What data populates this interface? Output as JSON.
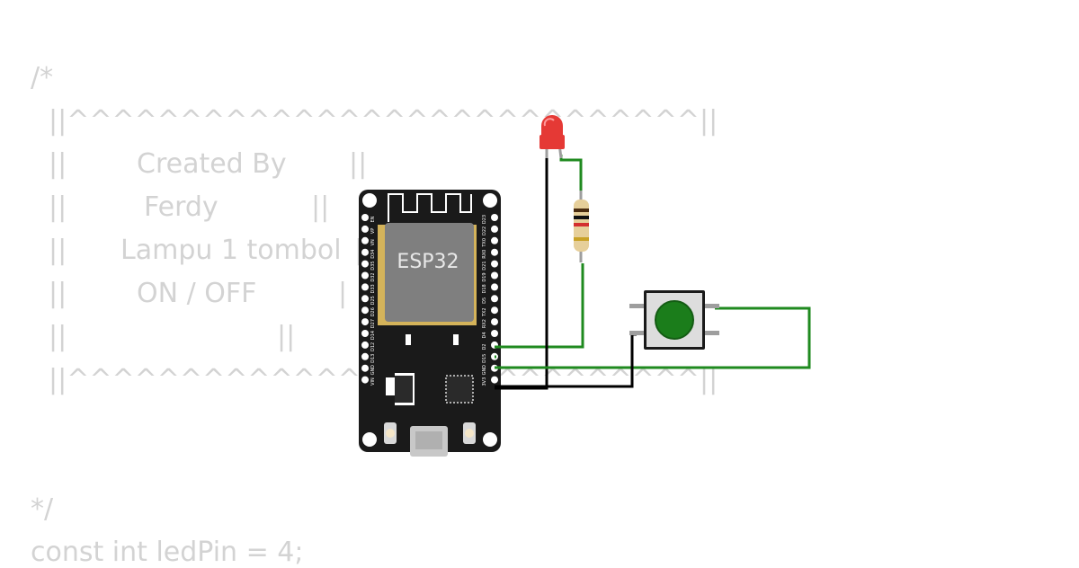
{
  "background_text": {
    "comment_open": "/*",
    "border_top": "||^^^^^^^^^^^^^^^^^^^^^^^^^^^^||",
    "row1_left": "||",
    "row1_text": "Created By",
    "row1_right": "||",
    "row2_left": "||",
    "row2_text": "Ferdy",
    "row2_right": "||",
    "row3_left": "||",
    "row3_text": "Lampu 1 tombol",
    "row3_right": "||",
    "row4_left": "||",
    "row4_text": "ON / OFF",
    "row4_right": "|",
    "row5_left": "||",
    "row5_right": "||",
    "border_bottom": "||^^^^^^^^^^^^^^^^^^^^^^^^^^^^||",
    "comment_close": "*/",
    "code_line": "const int ledPin = 4;"
  },
  "board": {
    "chip_label": "ESP32",
    "left_pins": [
      "EN",
      "VP",
      "VN",
      "D34",
      "D35",
      "D32",
      "D33",
      "D25",
      "D26",
      "D27",
      "D14",
      "D12",
      "D13",
      "GND",
      "VIN"
    ],
    "right_pins": [
      "D23",
      "D22",
      "TX0",
      "RX0",
      "D21",
      "D19",
      "D18",
      "D5",
      "TX2",
      "RX2",
      "D4",
      "D2",
      "D15",
      "GND",
      "3V3"
    ]
  },
  "colors": {
    "wire_green": "#1f8a1f",
    "wire_black": "#000000",
    "board": "#1a1a1a",
    "chip": "#7f7f7f",
    "led": "#e53935",
    "button_cap": "#1b7d1b",
    "code_text": "#d3d3d3"
  }
}
